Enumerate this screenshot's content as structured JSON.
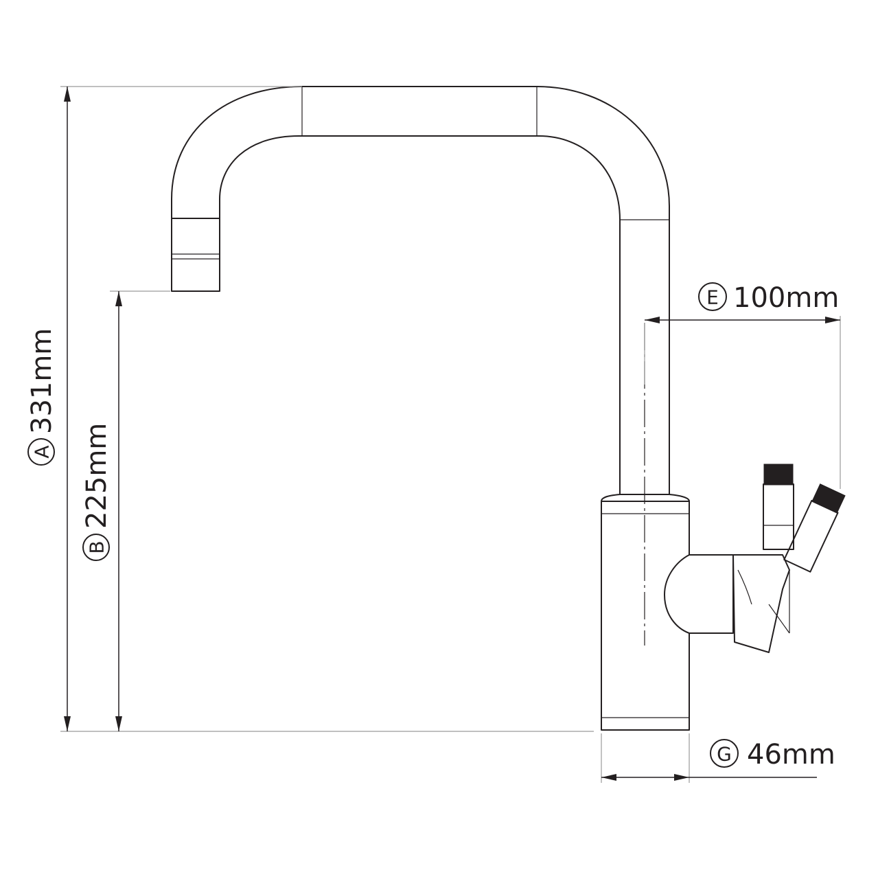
{
  "dimensions": [
    {
      "letter": "A",
      "value": "331mm"
    },
    {
      "letter": "B",
      "value": "225mm"
    },
    {
      "letter": "E",
      "value": "100mm"
    },
    {
      "letter": "G",
      "value": "46mm"
    }
  ]
}
